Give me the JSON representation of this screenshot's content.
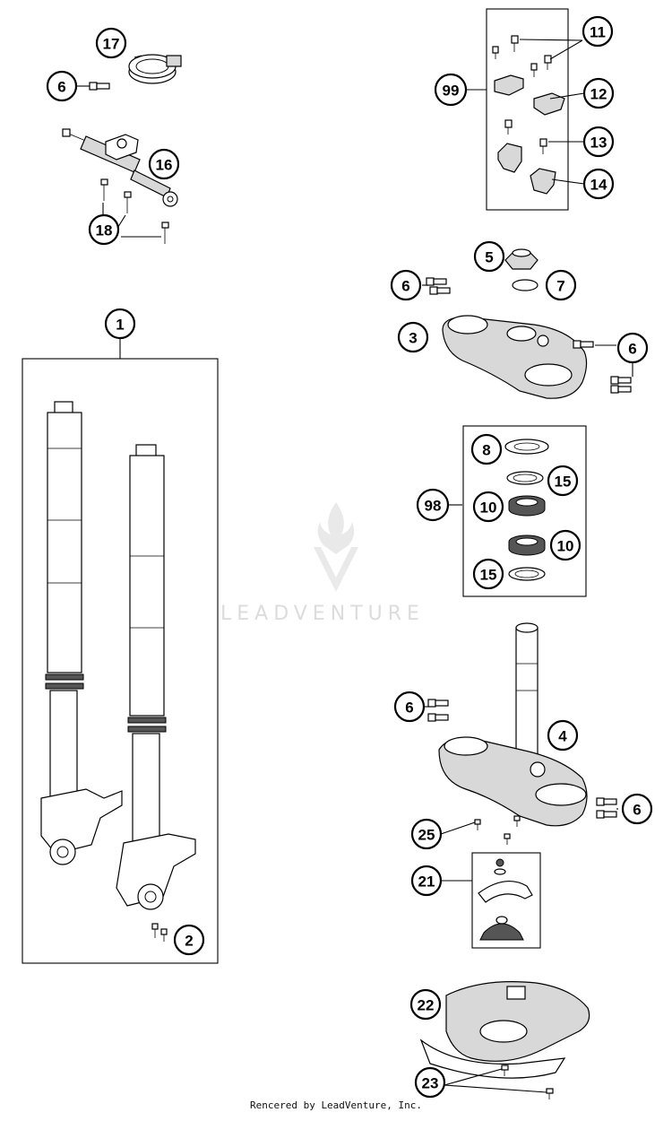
{
  "callouts": {
    "c1": "1",
    "c2": "2",
    "c3": "3",
    "c4": "4",
    "c5": "5",
    "c6a": "6",
    "c6b": "6",
    "c6c": "6",
    "c6d": "6",
    "c6e": "6",
    "c7": "7",
    "c8": "8",
    "c10a": "10",
    "c10b": "10",
    "c11": "11",
    "c12": "12",
    "c13": "13",
    "c14": "14",
    "c15a": "15",
    "c15b": "15",
    "c16": "16",
    "c17": "17",
    "c18": "18",
    "c21": "21",
    "c22": "22",
    "c23": "23",
    "c25": "25",
    "c98": "98",
    "c99": "99"
  },
  "watermark": "LEADVENTURE",
  "footer": "Rencered by LeadVenture, Inc."
}
